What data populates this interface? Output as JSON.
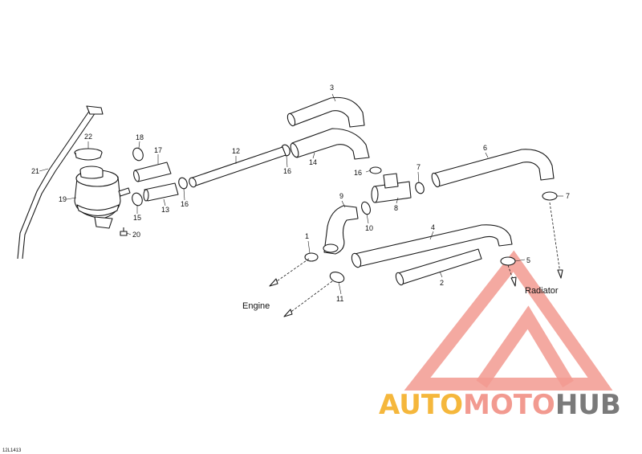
{
  "callouts": [
    "1",
    "2",
    "3",
    "4",
    "5",
    "6",
    "7",
    "7",
    "8",
    "9",
    "10",
    "11",
    "12",
    "13",
    "14",
    "15",
    "16",
    "16",
    "16",
    "17",
    "18",
    "19",
    "20",
    "21",
    "22"
  ],
  "labels": {
    "engine": "Engine",
    "radiator": "Radiator"
  },
  "reference": "12L1413",
  "watermark": {
    "parts": [
      "AUTO",
      "MOTO",
      "HUB"
    ],
    "colors": {
      "auto": "#f5b73c",
      "moto": "#f29a90",
      "hub": "#7a7a7a",
      "triangle": "#f29a90"
    }
  }
}
